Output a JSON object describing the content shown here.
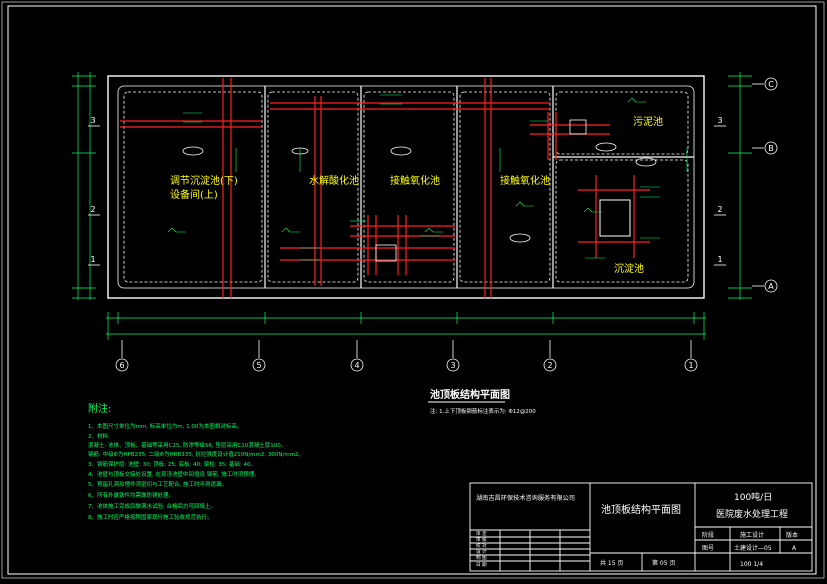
{
  "rooms": {
    "tiaojie": "调节沉淀池(下)",
    "shebei": "设备间(上)",
    "shuijie": "水解酸化池",
    "jiechu1": "接触氧化池",
    "jiechu2": "接触氧化池",
    "wuni": "污泥池",
    "chendian": "沉淀池"
  },
  "grid": {
    "letters": [
      "A",
      "B",
      "C"
    ],
    "numbers": [
      "1",
      "2",
      "3",
      "4",
      "5",
      "6"
    ],
    "row_nums": [
      "1",
      "2",
      "3"
    ]
  },
  "drawing_title": "池顶板结构平面图",
  "drawing_note": "注: 1.上下顶板钢筋标注表示为: Φ12@200",
  "notes": {
    "heading": "附注:",
    "lines": [
      "1、本图尺寸单位为mm, 标高单位为m, 1.00为本图相对标高。",
      "2、材料:",
      "   混凝土: 池体、顶板、基础等采用C25, 防渗等级S6, 垫层采用C10混凝土厚100。",
      "   钢筋: 中级Φ为HPB235, 二级Φ为HRB335, 抗拉强度设计值210N/mm2, 300N/mm2。",
      "3、钢筋保护层: 池壁: 30; 顶板: 25; 底板: 40; 梁柱: 35; 基础: 40。",
      "4、池壁与顶板交接处设置, 在现浇池壁中间增设 钢筋, 施工时须预埋。",
      "5、预留孔洞及埋件须密切与工艺配合, 施工时不得遗漏。",
      "6、所有外露铁件均需做防锈处理。",
      "7、池体施工完成后做满水试验, 合格后方可回填土。",
      "8、施工时应严格按照国家现行施工验收规范执行。"
    ]
  },
  "title_block": {
    "company": "湖南吉昌环保技术咨询服务有限公司",
    "drawing_name": "池顶板结构平面图",
    "project_capacity": "100吨/日",
    "project_name": "医院废水处理工程",
    "labels": {
      "stage": "阶段",
      "stage_value": "施工设计",
      "version": "版本",
      "version_value": "A",
      "drawing_no": "图号",
      "drawing_no_value": "土建设计—05",
      "total": "共 15 页",
      "page": "第 05 页",
      "scale": "100 1/4"
    },
    "sign_rows": [
      "审 定",
      "审 核",
      "校 对",
      "设 计",
      "制 图",
      "日 期"
    ]
  },
  "colors": {
    "background": "#000000",
    "outline": "#ffffff",
    "rebar": "#ff2020",
    "dim": "#00ff00",
    "text": "#ffff00",
    "label": "#00ff66"
  }
}
